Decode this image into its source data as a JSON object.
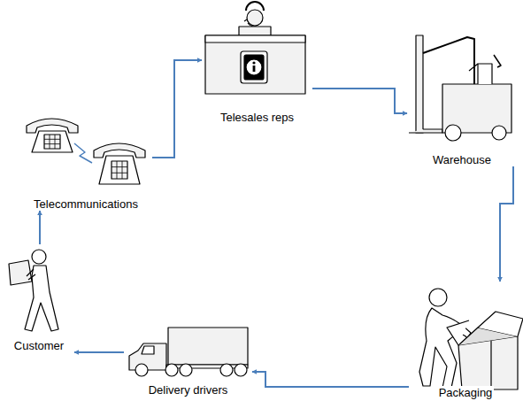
{
  "diagram": {
    "nodes": [
      {
        "text": [
          "Telesales reps"
        ]
      },
      {
        "text": [
          "Warehouse"
        ]
      },
      {
        "text": [
          "Packaging"
        ]
      },
      {
        "text": [
          "Delivery drivers"
        ]
      },
      {
        "text": [
          "Customer"
        ]
      },
      {
        "text": [
          "Telecommunications"
        ]
      }
    ],
    "edges": [
      {
        "from": 4,
        "to": 5,
        "arrow": "to"
      },
      {
        "from": 5,
        "to": 0,
        "arrow": "to"
      },
      {
        "from": 0,
        "to": 1,
        "arrow": "to"
      },
      {
        "from": 1,
        "to": 2,
        "arrow": "to"
      },
      {
        "from": 2,
        "to": 3,
        "arrow": "to"
      },
      {
        "from": 3,
        "to": 4,
        "arrow": "to"
      }
    ]
  }
}
